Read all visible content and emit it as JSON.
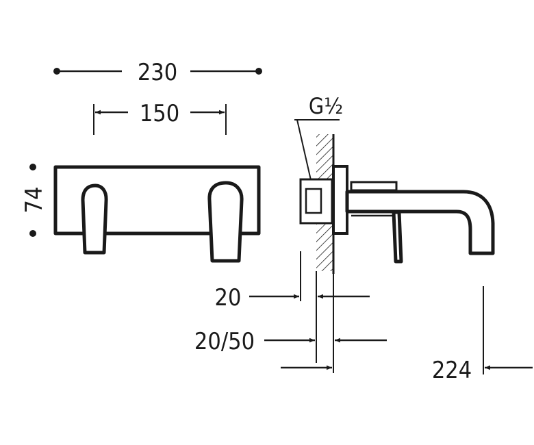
{
  "dimensions": {
    "overall_width": "230",
    "handle_spacing": "150",
    "plate_height": "74",
    "connection": "G½",
    "depth_min": "20",
    "depth_range": "20/50",
    "spout_reach": "224"
  },
  "colors": {
    "line": "#1a1a1a",
    "background": "#ffffff"
  }
}
